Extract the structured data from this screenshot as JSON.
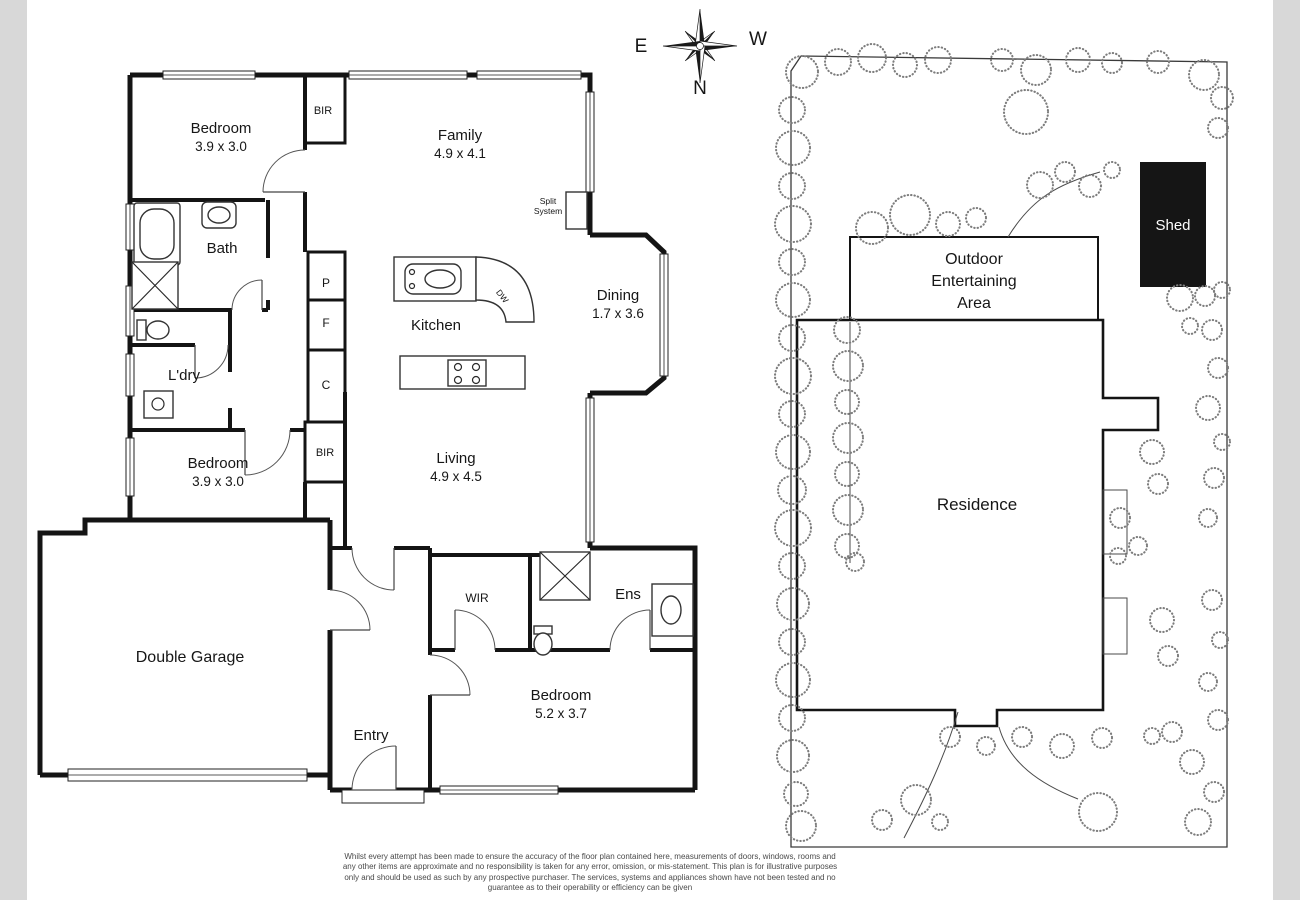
{
  "compass": {
    "n": "N",
    "e": "E",
    "w": "W"
  },
  "rooms": {
    "bedroom1": {
      "name": "Bedroom",
      "dims": "3.9 x 3.0"
    },
    "bir1": {
      "name": "BIR"
    },
    "family": {
      "name": "Family",
      "dims": "4.9 x 4.1"
    },
    "split_system": {
      "line1": "Split",
      "line2": "System"
    },
    "bath": {
      "name": "Bath"
    },
    "kitchen": {
      "name": "Kitchen"
    },
    "dining": {
      "name": "Dining",
      "dims": "1.7 x 3.6"
    },
    "ldry": {
      "name": "L'dry"
    },
    "pantry": {
      "name": "P"
    },
    "fridge": {
      "name": "F"
    },
    "cupboard": {
      "name": "C"
    },
    "bir2": {
      "name": "BIR"
    },
    "bedroom2": {
      "name": "Bedroom",
      "dims": "3.9 x 3.0"
    },
    "living": {
      "name": "Living",
      "dims": "4.9 x 4.5"
    },
    "garage": {
      "name": "Double Garage"
    },
    "entry": {
      "name": "Entry"
    },
    "wir": {
      "name": "WIR"
    },
    "ens": {
      "name": "Ens"
    },
    "bedroom3": {
      "name": "Bedroom",
      "dims": "5.2 x 3.7"
    },
    "dishwasher": {
      "name": "DW"
    }
  },
  "siteplan": {
    "shed": "Shed",
    "outdoor": {
      "line1": "Outdoor",
      "line2": "Entertaining",
      "line3": "Area"
    },
    "residence": "Residence"
  },
  "disclaimer": {
    "text": "Whilst every attempt has been made to ensure the accuracy of the floor plan contained here, measurements of doors, windows, rooms and any other items are approximate and no responsibility is taken for any error, omission, or mis-statement. This plan is for illustrative purposes only and should be used as such by any prospective purchaser. The services, systems and appliances shown have not been tested and no guarantee as to their operability or efficiency can be given"
  }
}
